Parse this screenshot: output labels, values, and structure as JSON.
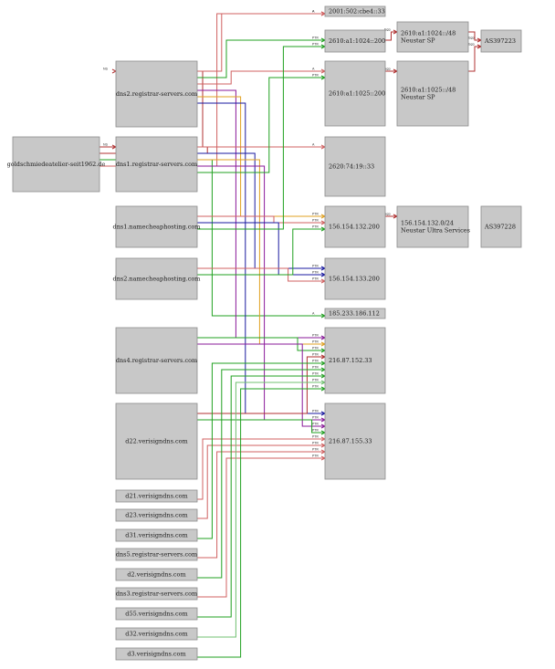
{
  "colors": {
    "NS": "#b03030",
    "A": "#d06060",
    "PTR": "#20a020",
    "AAAA": "#cc3333",
    "asn": "#b03030",
    "blue": "#1a1aa0",
    "purple": "#8a1a9a",
    "orange": "#e0a020",
    "lightgreen": "#70c070"
  },
  "nodes": [
    {
      "id": "domain",
      "label": "goldschmiedeatelier-seit1962.de"
    },
    {
      "id": "dns2r",
      "label": "dns2.registrar-servers.com"
    },
    {
      "id": "dns1r",
      "label": "dns1.registrar-servers.com"
    },
    {
      "id": "dns1n",
      "label": "dns1.namecheaphosting.com"
    },
    {
      "id": "dns2n",
      "label": "dns2.namecheaphosting.com"
    },
    {
      "id": "dns4r",
      "label": "dns4.registrar-servers.com"
    },
    {
      "id": "d22",
      "label": "d22.verisigndns.com"
    },
    {
      "id": "d21",
      "label": "d21.verisigndns.com"
    },
    {
      "id": "d23",
      "label": "d23.verisigndns.com"
    },
    {
      "id": "d31",
      "label": "d31.verisigndns.com"
    },
    {
      "id": "dns5r",
      "label": "dns5.registrar-servers.com"
    },
    {
      "id": "d2",
      "label": "d2.verisigndns.com"
    },
    {
      "id": "dns3r",
      "label": "dns3.registrar-servers.com"
    },
    {
      "id": "d55",
      "label": "d55.verisigndns.com"
    },
    {
      "id": "d32",
      "label": "d32.verisigndns.com"
    },
    {
      "id": "d3",
      "label": "d3.verisigndns.com"
    },
    {
      "id": "ip6a",
      "label": "2001:502:cbe4::33"
    },
    {
      "id": "ip6b",
      "label": "2610:a1:1024::200"
    },
    {
      "id": "ip6c",
      "label": "2610:a1:1025::200"
    },
    {
      "id": "ip6d",
      "label": "2620:74:19::33"
    },
    {
      "id": "ip4a",
      "label": "156.154.132.200"
    },
    {
      "id": "ip4b",
      "label": "156.154.133.200"
    },
    {
      "id": "ip4c",
      "label": "185.233.186.112"
    },
    {
      "id": "ip4d",
      "label": "216.87.152.33"
    },
    {
      "id": "ip4e",
      "label": "216.87.155.33"
    },
    {
      "id": "pfx1",
      "label": "2610:a1:1024::/48\nNeustar SP"
    },
    {
      "id": "pfx2",
      "label": "2610:a1:1025::/48\nNeustar SP"
    },
    {
      "id": "pfx3",
      "label": "156.154.132.0/24\nNeustar Ultra Services"
    },
    {
      "id": "as1",
      "label": "AS397223"
    },
    {
      "id": "as2",
      "label": "AS397228"
    }
  ],
  "edges": [
    {
      "from": "domain",
      "to": "dns2r",
      "type": "NS",
      "color": "NS",
      "label": "NS"
    },
    {
      "from": "domain",
      "to": "dns1r",
      "type": "NS",
      "color": "NS",
      "label": "NS"
    },
    {
      "from": "domain",
      "to": "ip4c",
      "type": "A",
      "color": "PTR",
      "label": "A"
    },
    {
      "from": "domain",
      "to": "ip6a",
      "type": "AAAA",
      "color": "A",
      "label": "A"
    },
    {
      "from": "dns2r",
      "to": "ip6a",
      "type": "A",
      "color": "A",
      "label": "A"
    },
    {
      "from": "dns2r",
      "to": "ip6b",
      "type": "PTR",
      "color": "PTR",
      "label": "PTR"
    },
    {
      "from": "dns2r",
      "to": "ip6c",
      "type": "A",
      "color": "A",
      "label": "A"
    },
    {
      "from": "dns2r",
      "to": "ip4d",
      "type": "PTR",
      "color": "purple",
      "label": "PTR"
    },
    {
      "from": "dns2r",
      "to": "ip4a",
      "type": "PTR",
      "color": "orange",
      "label": "PTR"
    },
    {
      "from": "dns2r",
      "to": "ip4e",
      "type": "PTR",
      "color": "blue",
      "label": "PTR"
    },
    {
      "from": "dns1r",
      "to": "ip6d",
      "type": "A",
      "color": "A",
      "label": "A"
    },
    {
      "from": "dns1r",
      "to": "ip4b",
      "type": "PTR",
      "color": "blue",
      "label": "PTR"
    },
    {
      "from": "dns1r",
      "to": "ip4d",
      "type": "PTR",
      "color": "orange",
      "label": "PTR"
    },
    {
      "from": "dns1r",
      "to": "ip4e",
      "type": "PTR",
      "color": "purple",
      "label": "PTR"
    },
    {
      "from": "dns1r",
      "to": "ip6c",
      "type": "PTR",
      "color": "PTR",
      "label": "PTR"
    },
    {
      "from": "dns1n",
      "to": "ip4a",
      "type": "A",
      "color": "A",
      "label": "PTR"
    },
    {
      "from": "dns1n",
      "to": "ip4b",
      "type": "PTR",
      "color": "blue",
      "label": "PTR"
    },
    {
      "from": "dns1n",
      "to": "ip6b",
      "type": "PTR",
      "color": "PTR",
      "label": "PTR"
    },
    {
      "from": "dns2n",
      "to": "ip4b",
      "type": "A",
      "color": "A",
      "label": "PTR"
    },
    {
      "from": "dns2n",
      "to": "ip4a",
      "type": "PTR",
      "color": "PTR",
      "label": "PTR"
    },
    {
      "from": "dns4r",
      "to": "ip4d",
      "type": "PTR",
      "color": "PTR",
      "label": "PTR"
    },
    {
      "from": "dns4r",
      "to": "ip4e",
      "type": "PTR",
      "color": "purple",
      "label": "PTR"
    },
    {
      "from": "d22",
      "to": "ip4d",
      "type": "PTR",
      "color": "NS",
      "label": "PTR"
    },
    {
      "from": "d22",
      "to": "ip4e",
      "type": "PTR",
      "color": "PTR",
      "label": "PTR"
    },
    {
      "from": "d21",
      "to": "ip4e",
      "type": "PTR",
      "color": "A",
      "label": "PTR"
    },
    {
      "from": "d23",
      "to": "ip4e",
      "type": "PTR",
      "color": "A",
      "label": "PTR"
    },
    {
      "from": "d31",
      "to": "ip4d",
      "type": "PTR",
      "color": "PTR",
      "label": "PTR"
    },
    {
      "from": "dns5r",
      "to": "ip4e",
      "type": "PTR",
      "color": "A",
      "label": "PTR"
    },
    {
      "from": "d2",
      "to": "ip4d",
      "type": "PTR",
      "color": "PTR",
      "label": "PTR"
    },
    {
      "from": "dns3r",
      "to": "ip4e",
      "type": "PTR",
      "color": "A",
      "label": "PTR"
    },
    {
      "from": "d55",
      "to": "ip4d",
      "type": "PTR",
      "color": "PTR",
      "label": "PTR"
    },
    {
      "from": "d32",
      "to": "ip4d",
      "type": "PTR",
      "color": "lightgreen",
      "label": "PTR"
    },
    {
      "from": "d3",
      "to": "ip4d",
      "type": "PTR",
      "color": "PTR",
      "label": "PTR"
    },
    {
      "from": "ip6b",
      "to": "pfx1",
      "type": "bgp",
      "color": "asn",
      "label": "bgp"
    },
    {
      "from": "ip6c",
      "to": "pfx2",
      "type": "bgp",
      "color": "asn",
      "label": "bgp"
    },
    {
      "from": "pfx1",
      "to": "as1",
      "type": "bgp",
      "color": "asn",
      "label": "bgp"
    },
    {
      "from": "pfx2",
      "to": "as1",
      "type": "bgp",
      "color": "asn",
      "label": "bgp"
    },
    {
      "from": "ip4a",
      "to": "pfx3",
      "type": "bgp",
      "color": "asn",
      "label": "bgp"
    }
  ]
}
